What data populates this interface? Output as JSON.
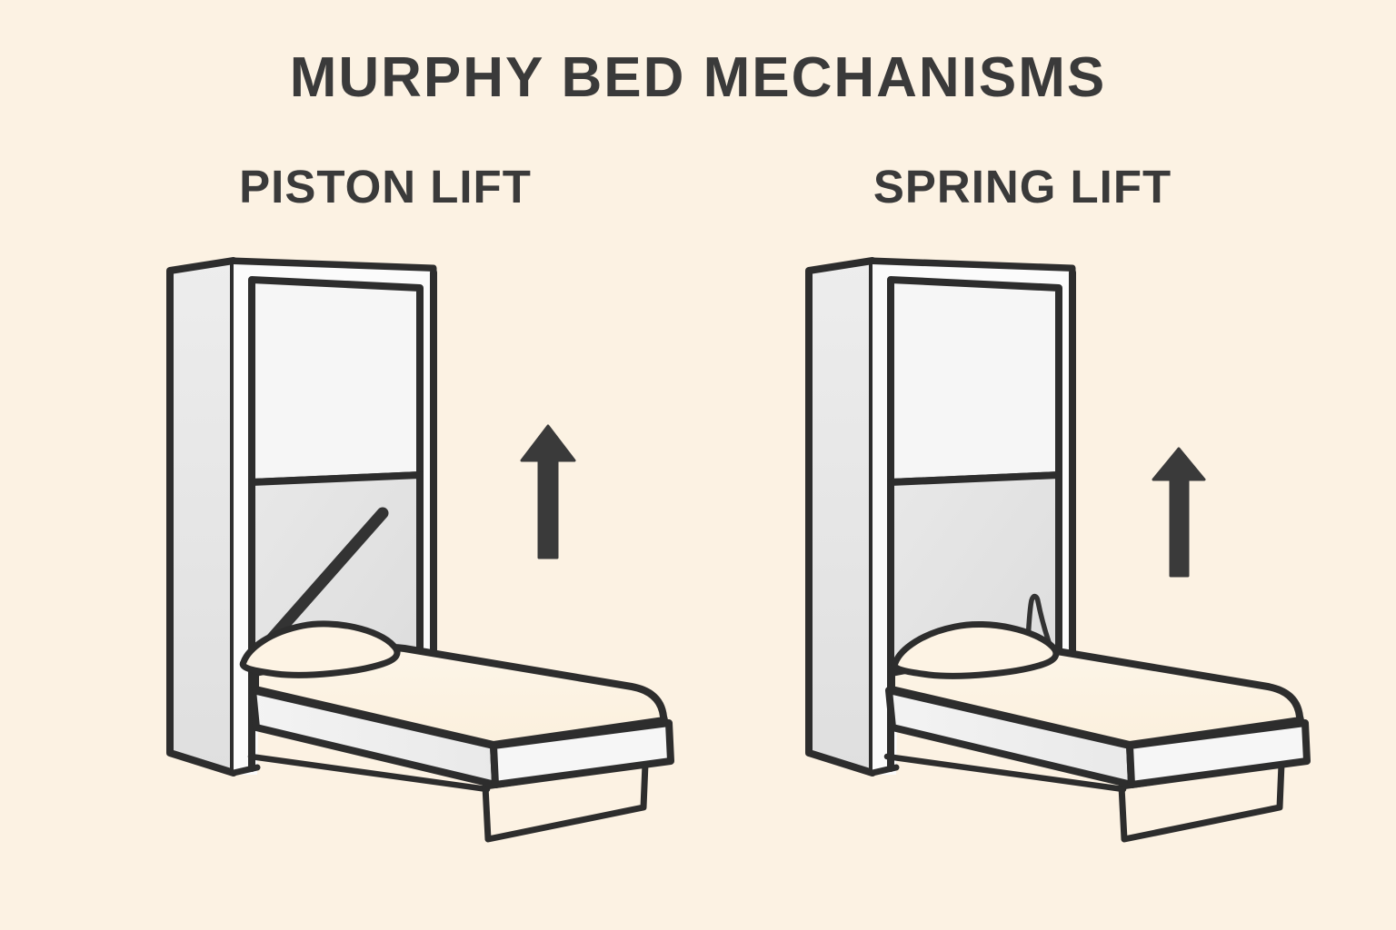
{
  "title": "MURPHY BED MECHANISMS",
  "diagrams": [
    {
      "label": "PISTON LIFT",
      "mechanism": "piston gas strut (diagonal lift arm inside cabinet)",
      "arrow_icon": "up-arrow",
      "parts": [
        "cabinet",
        "fold-down bed",
        "pillow",
        "mattress",
        "side rail",
        "foot rail",
        "leg",
        "piston strut",
        "up arrow"
      ]
    },
    {
      "label": "SPRING LIFT",
      "mechanism": "spring clip (small coil spring at bed head)",
      "arrow_icon": "up-arrow",
      "parts": [
        "cabinet",
        "fold-down bed",
        "pillow",
        "mattress",
        "side rail",
        "foot rail",
        "leg",
        "spring clip",
        "up arrow"
      ]
    }
  ],
  "palette": {
    "background": "#fcf2e3",
    "outline": "#2d2d2d",
    "text": "#3a3a3a",
    "arrow": "#3a3a3a",
    "strut": "#333333",
    "cabinet_white": "#fbfbfb",
    "panel_light": "#f6f6f6",
    "panel_gray": "#e4e4e4",
    "side_gray": "#eaeaea",
    "rail_white": "#f6f6f6",
    "mattress_cream": "#fdf4e6",
    "pillow_cream": "#fdf3e4"
  }
}
